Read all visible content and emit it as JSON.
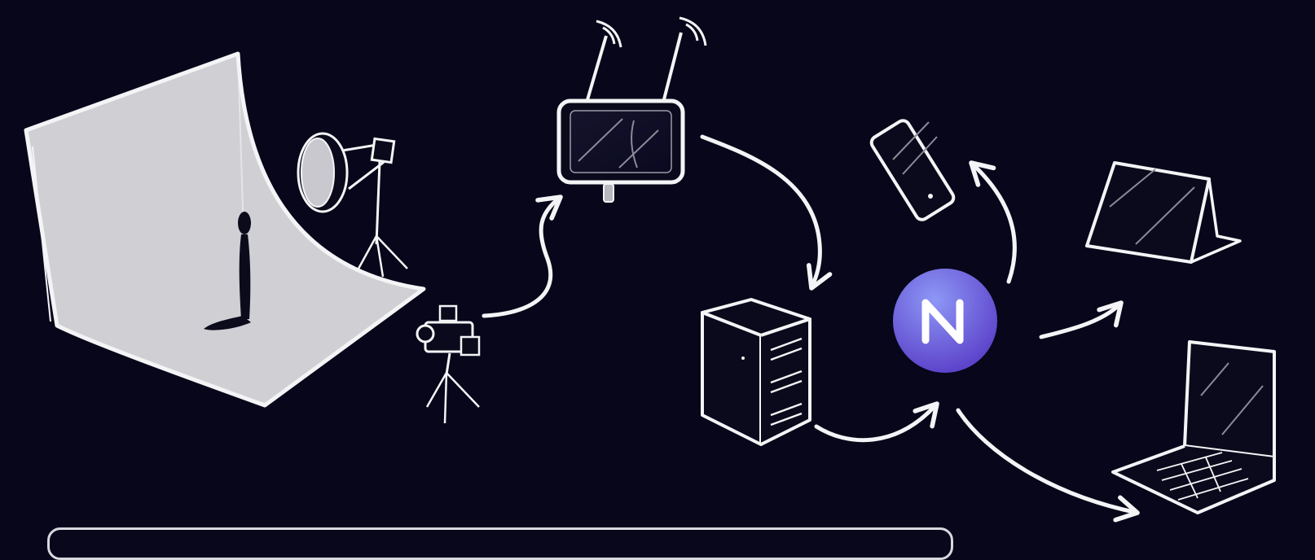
{
  "diagram": {
    "nodes": [
      {
        "id": "studio",
        "icon": "studio-backdrop-icon"
      },
      {
        "id": "light",
        "icon": "softbox-light-icon"
      },
      {
        "id": "camera",
        "icon": "video-camera-icon"
      },
      {
        "id": "encoder",
        "icon": "wireless-encoder-icon"
      },
      {
        "id": "server",
        "icon": "server-tower-icon"
      },
      {
        "id": "hub",
        "icon": "n-logo-icon",
        "logo_text": "N"
      },
      {
        "id": "phone",
        "icon": "smartphone-icon"
      },
      {
        "id": "tablet",
        "icon": "tablet-icon"
      },
      {
        "id": "laptop",
        "icon": "laptop-icon"
      }
    ],
    "edges": [
      [
        "camera",
        "encoder"
      ],
      [
        "encoder",
        "server"
      ],
      [
        "server",
        "hub"
      ],
      [
        "hub",
        "phone"
      ],
      [
        "hub",
        "tablet"
      ],
      [
        "hub",
        "laptop"
      ]
    ]
  },
  "colors": {
    "background": "#07061a",
    "stroke": "#f4f4f6",
    "backdrop_fill": "#cfcfd4",
    "logo_gradient_start": "#7c86f2",
    "logo_gradient_end": "#5b3fc8"
  }
}
